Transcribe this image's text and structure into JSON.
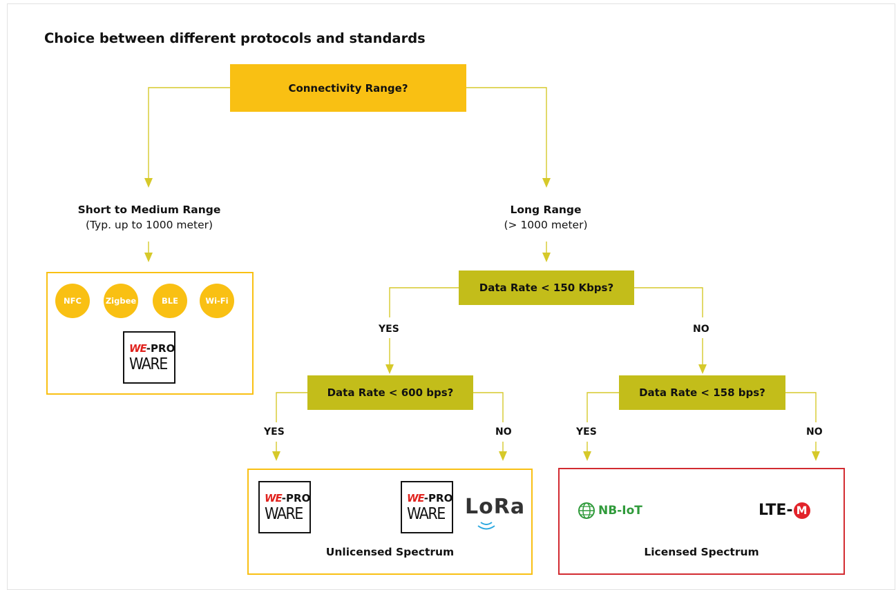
{
  "title": "Choice between different protocols and standards",
  "colors": {
    "primary_yellow": "#f9c013",
    "decision_olive": "#c3bd1a",
    "connector": "#d6c92a",
    "licensed_border": "#d22a30",
    "logo_red": "#e1231e",
    "nbiot_green": "#2f9a3a",
    "ltem_red": "#e2232a"
  },
  "root": {
    "label": "Connectivity Range?"
  },
  "short_range": {
    "name": "Short to Medium Range",
    "sub": "(Typ. up to 1000 meter)"
  },
  "long_range": {
    "name": "Long Range",
    "sub": "(> 1000 meter)"
  },
  "short_range_panel": {
    "protocols": [
      "NFC",
      "Zigbee",
      "BLE",
      "Wi-Fi"
    ],
    "logo": {
      "icon": "we-proware-logo",
      "line1_a": "WE",
      "line1_b": "-PRO",
      "line2": "WARE"
    }
  },
  "decisions": {
    "rate_150k": {
      "label": "Data Rate < 150 Kbps?",
      "yes": "YES",
      "no": "NO"
    },
    "rate_600": {
      "label": "Data Rate < 600 bps?",
      "yes": "YES",
      "no": "NO"
    },
    "rate_158": {
      "label": "Data Rate < 158 bps?",
      "yes": "YES",
      "no": "NO"
    }
  },
  "unlicensed_panel": {
    "caption": "Unlicensed Spectrum",
    "logo": {
      "icon": "we-proware-logo",
      "line1_a": "WE",
      "line1_b": "-PRO",
      "line2": "WARE"
    },
    "lora_logo": {
      "icon": "lora-logo",
      "text": "LoRa"
    }
  },
  "licensed_panel": {
    "caption": "Licensed Spectrum",
    "nbiot_logo": {
      "icon": "nb-iot-logo",
      "text": "NB-IoT"
    },
    "ltem_logo": {
      "icon": "lte-m-logo",
      "text": "LTE-",
      "m": "M"
    }
  }
}
